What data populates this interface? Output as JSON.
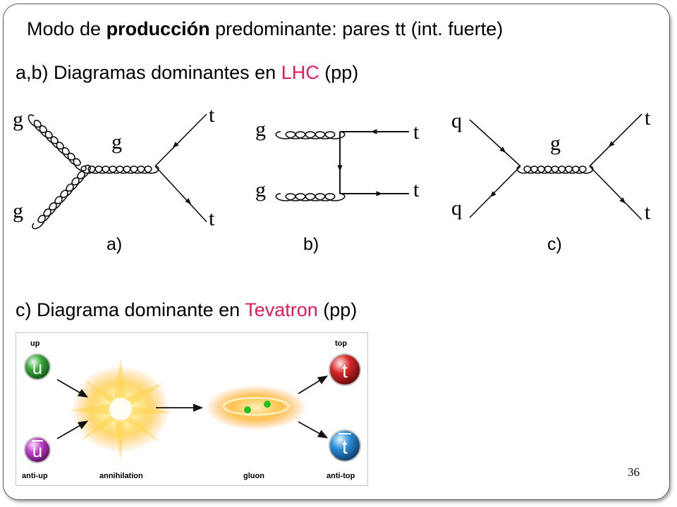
{
  "slide": {
    "title_pre": "Modo de ",
    "title_bold": "producción",
    "title_post": " predominante: pares tt (int. fuerte)",
    "sub1_pre": "a,b) Diagramas dominantes en ",
    "sub1_accent": "LHC",
    "sub1_post": " (pp)",
    "sub2_pre": "c) Diagrama dominante en ",
    "sub2_accent": "Tevatron",
    "sub2_post": " (pp)",
    "page_number": "36",
    "accent_color": "#e6195a"
  },
  "feynman": {
    "a": {
      "in_top": "g",
      "in_bottom": "g",
      "propagator": "g",
      "out_top": "t",
      "out_bottom": "t",
      "caption": "a)"
    },
    "b": {
      "in_top": "g",
      "in_bottom": "g",
      "out_top": "t",
      "out_bottom": "t",
      "caption": "b)"
    },
    "c": {
      "in_top": "q",
      "in_bottom": "q",
      "propagator": "g",
      "out_top": "t",
      "out_bottom": "t",
      "caption": "c)"
    }
  },
  "annihilation": {
    "label_up": "up",
    "label_top": "top",
    "label_antiup": "anti-up",
    "label_annihilation": "annihilation",
    "label_gluon": "gluon",
    "label_antitop": "anti-top",
    "sym_up": "u",
    "sym_antiup": "u",
    "sym_top": "t",
    "sym_antitop": "t",
    "colors": {
      "up": "#3aa83a",
      "antiup": "#c040c8",
      "top": "#d82828",
      "antitop": "#2a8fd8",
      "flash": "#ffd34d"
    }
  }
}
